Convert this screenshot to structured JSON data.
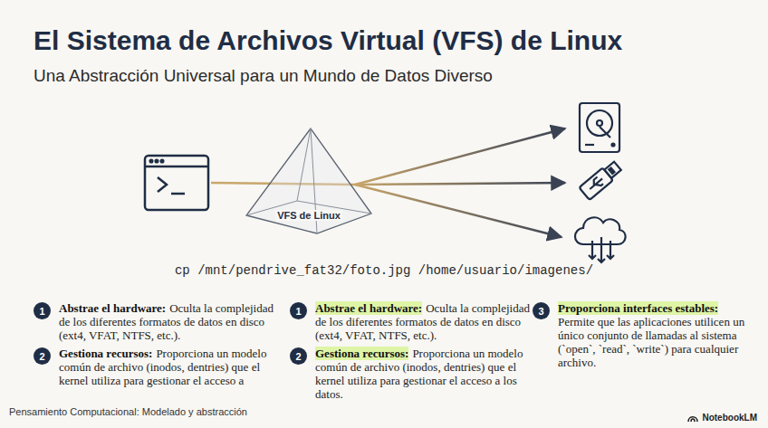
{
  "diagram": {
    "title": "El Sistema de Archivos Virtual (VFS) de Linux",
    "nodes": [
      {
        "text": [
          "VFS de Linux"
        ]
      },
      {
        "text": [
          "1"
        ]
      },
      {
        "text": [
          "2"
        ]
      },
      {
        "text": [
          "1"
        ]
      },
      {
        "text": [
          "2"
        ]
      },
      {
        "text": [
          "3"
        ]
      }
    ],
    "labels": [
      "Una Abstracción Universal para un Mundo de Datos Diverso",
      "cp /mnt/pendrive_fat32/foto.jpg /home/usuario/imagenes/",
      "Abstrae el hardware:",
      "Oculta la complejidad de los diferentes formatos de datos en disco (ext4, VFAT, NTFS, etc.).",
      "Gestiona recursos:",
      "Proporciona un modelo común de archivo (inodos, dentries) que el kernel utiliza para gestionar el acceso a",
      "Abstrae el hardware:",
      "Oculta la complejidad de los diferentes formatos de datos en disco (ext4, VFAT, NTFS, etc.).",
      "Gestiona recursos:",
      "Proporciona un modelo común de archivo (inodos, dentries) que el kernel utiliza para gestionar el acceso a los datos.",
      "Proporciona interfaces estables:",
      "Permite que las aplicaciones utilicen un único conjunto de llamadas al sistema (`open`, `read`, `write`) para cualquier archivo.",
      "Pensamiento Computacional: Modelado y abstracción",
      "NotebookLM"
    ]
  }
}
